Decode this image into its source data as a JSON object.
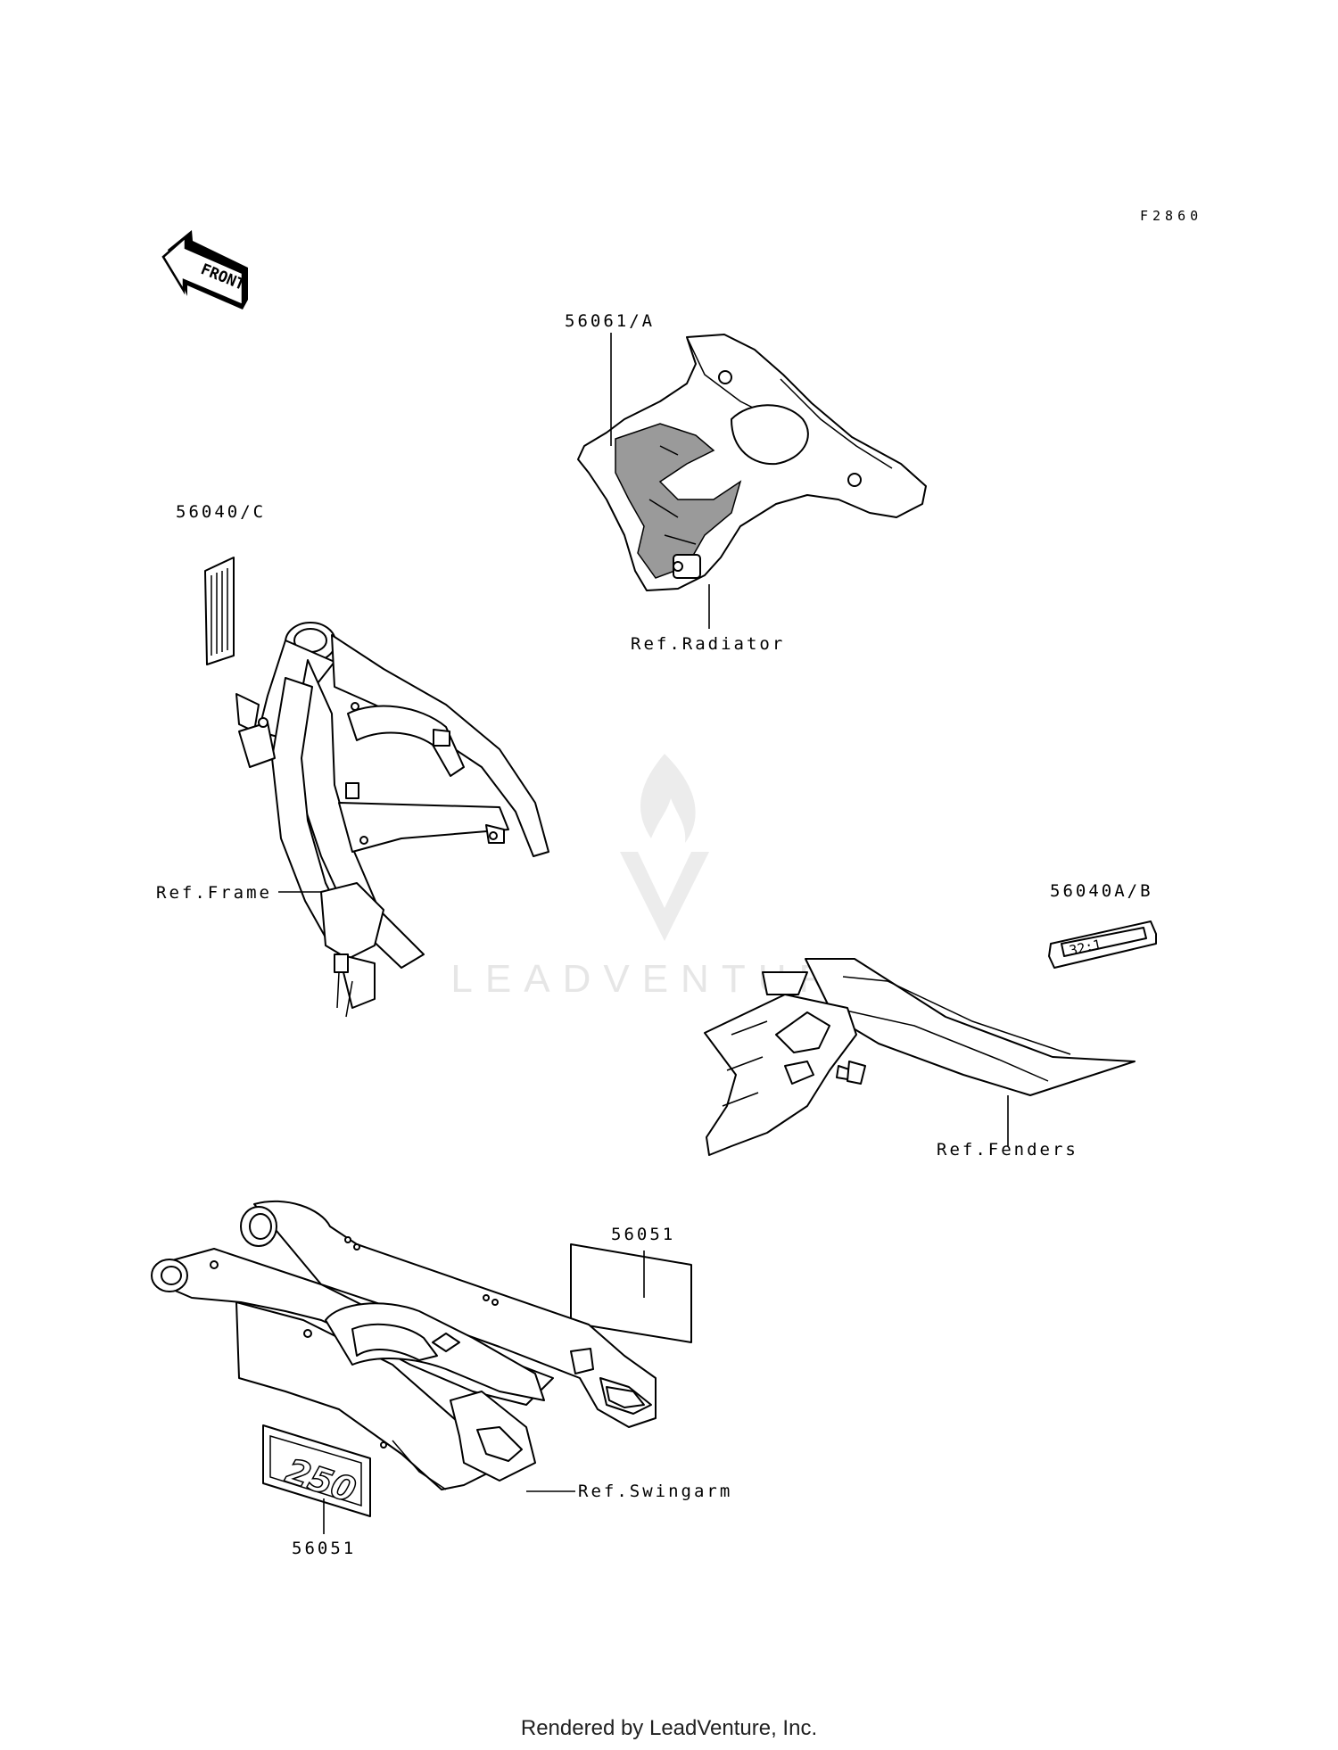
{
  "figure_code": "F2860",
  "front_arrow_label": "FRONT",
  "labels": {
    "radiator_shroud_part": "56061/A",
    "radiator_ref": "Ref.Radiator",
    "frame_label_part": "56040/C",
    "frame_ref": "Ref.Frame",
    "fender_label_part": "56040A/B",
    "fender_label_text": "32:1",
    "fenders_ref": "Ref.Fenders",
    "swingarm_upper_part": "56051",
    "swingarm_lower_part": "56051",
    "swingarm_emblem_text": "250",
    "swingarm_ref": "Ref.Swingarm"
  },
  "watermark": "LEADVENTURE",
  "footer": "Rendered by LeadVenture, Inc."
}
